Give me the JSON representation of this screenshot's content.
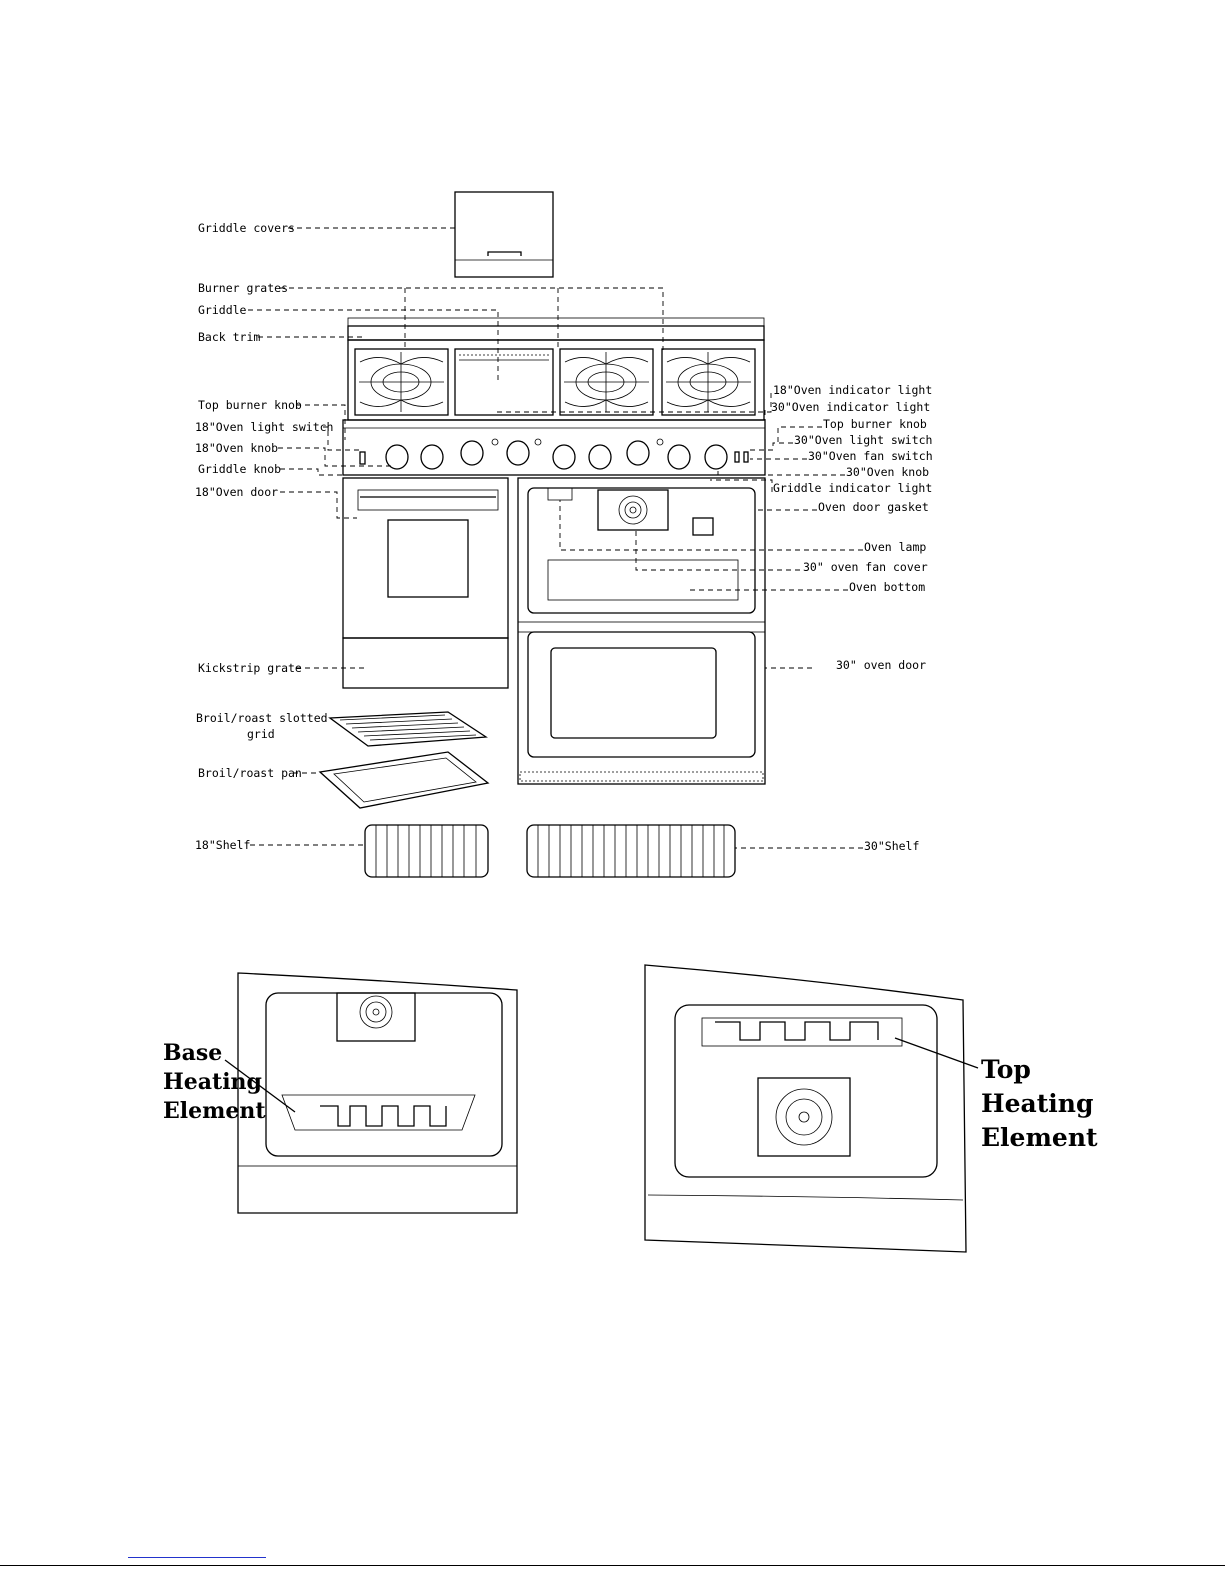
{
  "labels": {
    "griddle_covers": "Griddle covers",
    "burner_grates": "Burner grates",
    "griddle": "Griddle",
    "back_trim": "Back trim",
    "top_burner_knob_left": "Top burner knob",
    "oven18_light_switch": "18\"Oven light switch",
    "oven18_knob": "18\"Oven knob",
    "griddle_knob": "Griddle knob",
    "oven18_door": "18\"Oven door",
    "kickstrip_grate": "Kickstrip grate",
    "broil_grid_line1": "Broil/roast slotted",
    "broil_grid_line2": "grid",
    "broil_pan": "Broil/roast pan",
    "shelf18": "18\"Shelf",
    "oven18_indicator": "18\"Oven indicator light",
    "oven30_indicator": "30\"Oven indicator light",
    "top_burner_knob_right": "Top burner knob",
    "oven30_light_switch": "30\"Oven light switch",
    "oven30_fan_switch": "30\"Oven fan switch",
    "oven30_knob": "30\"Oven knob",
    "griddle_indicator": "Griddle indicator light",
    "oven_door_gasket": "Oven door gasket",
    "oven_lamp": "Oven lamp",
    "fan_cover": "30\" oven fan cover",
    "oven_bottom": "Oven bottom",
    "oven30_door": "30\" oven door",
    "shelf30": "30\"Shelf"
  },
  "callouts": {
    "base_line1": "Base",
    "base_line2": "Heating",
    "base_line3": "Element",
    "top_line1": "Top",
    "top_line2": "Heating",
    "top_line3": "Element"
  },
  "colors": {
    "ink": "#000000",
    "link": "#2233cc"
  }
}
